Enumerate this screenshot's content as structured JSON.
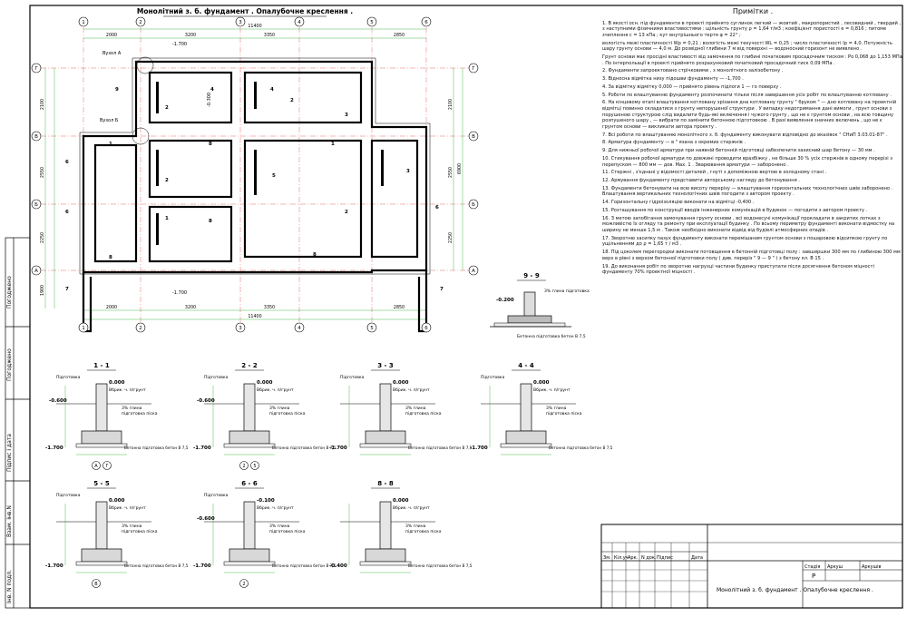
{
  "drawing_title": "Монолітний з. б. фундамент . Опалубочне креслення .",
  "axes": {
    "numbers": [
      "1",
      "2",
      "3",
      "4",
      "5",
      "6"
    ],
    "letters": [
      "Г",
      "В",
      "Б",
      "А"
    ]
  },
  "plan_dims": {
    "top_overall": "11400",
    "top_chain": [
      "2000",
      "3200",
      "3350",
      "2850"
    ],
    "bottom_overall": "11400",
    "bottom_chain": [
      "2000",
      "3200",
      "3350",
      "2850"
    ],
    "right_chain": [
      "2100",
      "2550",
      "2250"
    ],
    "right_overall": "6900",
    "left_chain": [
      "2100",
      "2550",
      "2250",
      "1900"
    ]
  },
  "plan_labels": {
    "opening_a": "Вузол А",
    "opening_b": "Вузол Б",
    "level_1700": "-1.700",
    "level_300": "-0.300",
    "section_marks": [
      "1",
      "2",
      "3",
      "4",
      "5",
      "6",
      "7",
      "8"
    ]
  },
  "section_99": {
    "title": "9 - 9",
    "level": "-0.200",
    "layer_label": "3% глина підготовка",
    "base_label": "Бетонна підготовка бетон В 7,5"
  },
  "sections": [
    {
      "title": "1 - 1",
      "level_top": "0.000",
      "level_ground": "-0.600",
      "level_bottom": "-1.700",
      "layer1": "Підготовка",
      "layer2": "Вбрик. ч. п/грунт",
      "layer3": "3% глина",
      "layer4": "підготовка піска",
      "base": "Бетонна підготовка бетон В 7,5",
      "axes": [
        "А",
        "Г"
      ]
    },
    {
      "title": "2 - 2",
      "level_top": "0.000",
      "level_ground": "-0.600",
      "level_bottom": "-1.700",
      "layer1": "Підготовка",
      "layer2": "Вбрик. ч. п/грунт",
      "layer3": "3% глина",
      "layer4": "підготовка піска",
      "base": "Бетонна підготовка бетон В 7,5",
      "axes": [
        "2",
        "5"
      ]
    },
    {
      "title": "3 - 3",
      "level_top": "0.000",
      "level_ground": "",
      "level_bottom": "-1.700",
      "layer1": "Підготовка",
      "layer2": "Вбрик. ч. п/грунт",
      "layer3": "3% глина",
      "layer4": "підготовка піска",
      "base": "Бетонна підготовка бетон В 7,5",
      "axes": []
    },
    {
      "title": "4 - 4",
      "level_top": "0.000",
      "level_ground": "",
      "level_bottom": "-1.700",
      "layer1": "Підготовка",
      "layer2": "Вбрик. ч. п/грунт",
      "layer3": "3% глина",
      "layer4": "підготовка піска",
      "base": "Бетонна підготовка бетон В 7,5",
      "axes": []
    },
    {
      "title": "5 - 5",
      "level_top": "0.000",
      "level_ground": "",
      "level_bottom": "-1.700",
      "layer1": "Підготовка",
      "layer2": "Вбрик. ч. п/грунт",
      "layer3": "3% глина",
      "layer4": "підготовка піска",
      "base": "Бетонна підготовка бетон В 7,5",
      "axes": [
        "В"
      ]
    },
    {
      "title": "6 - 6",
      "level_top": "-0.100",
      "level_ground": "-0.600",
      "level_bottom": "-1.700",
      "layer1": "Підготовка",
      "layer2": "Вбрик. ч. п/грунт",
      "layer3": "3% глина",
      "layer4": "підготовка піска",
      "base": "Бетонна підготовка бетон В 7,5",
      "axes": [
        "2"
      ]
    },
    {
      "title": "8 - 8",
      "level_top": "0.000",
      "level_ground": "",
      "level_bottom": "-0.400",
      "layer1": "",
      "layer2": "Вбрик. ч. п/грунт",
      "layer3": "3% глина",
      "layer4": "підготовка піска",
      "base": "Бетонна підготовка бетон В 7,5",
      "axes": []
    }
  ],
  "notes_title": "Примітки .",
  "notes": [
    "1. В якості осн. під фундаменти в проекті прийнято суглинок легкий — жовтий , макропористий , лесовидний , твердий , з наступними фізичними властивостями : щільність грунту ρ = 1,64 т/м3 ; коефіцієнт пористості е = 0,816 ; питоме зчеплення с = 13 кПа ; кут внутрішнього тертя φ = 22° ;",
    "вологість межі пластичності Wp = 0,21 ; вологість межі текучості WL = 0,25 ; число пластичності Ip = 4,0. Потужність шару грунту основи — 4,0 м. До розвідної глибини 7 м від поверхні — водоносний горизонт не виявлено .",
    "Грунт основи має просідні властивості від замочення по глибині початковим просадочним тиском : Pо 0,068 до 1,153 МПа . По інтерпольації в проекті прийнято розрахунковий початковий просадочний тиск 0,09 МПа .",
    "2. Фундаменти запроектовано стрічковими , з монолітного залізобетону .",
    "3. Відносна відмітка низу підошви фундаменту — -1,700 .",
    "4. За відмітку відмітку 0,000 — прийнято рівень підлоги 1 — го поверху .",
    "5. Роботи по влаштуванню фундаменту розпочинати тільки після завершення усіх робіт по влаштуванню котловану .",
    "6. На кінцевому етапі влаштування котловану зрізання дна котловану грунту \" бруком \" — дно котловану на проектній відмітці повинно складатися з грунту непорушеної структури . У випадку недотримання дані вимоги , грунт основи з порушеною структурою слід видалити будь-які включення і чужого грунту , що не є грунтом основи , на всю товщину розпушеного шару , — вибрати по замінити бетонною підготовкою . В разі виявлення значних включень , що не є грунтом основи — викликати автора проекту .",
    "7. Всі роботи по влаштуванню монолітного з. б. фундаменту виконувати відповідно до вказівок \" СНиП 3.03.01-87\" .",
    "8. Арматура фундаменту — в \" язана з окремих стержнів .",
    "9. Для нижньої робочої арматури при наявній бетонній підготовці забезпечити захисний шар бетону — 30 мм .",
    "10. Стикування робочої арматури по довжині проводити вразбіжку , не більше 30 % усіх стержнів в одному перерізі з перепуском — 800 мм — дов. Мах. 1 . Зварювання арматури — заборонено .",
    "11. Стержні , з'єднані у відомості деталей , гнуті з допоміжною вертою в холодному стані .",
    "12. Армування фундаменту представити авторському нагляду до бетонування .",
    "13. Фундаменти бетонувати на всю висоту перерізу — влаштування горизонтальних технологічних швів заборонено . Влаштування вертикальних технологічних швів погодити з автором проекту .",
    "14. Горизонтальну гідроізоляцію виконати на відмітці -0,400 .",
    "15. Розташування по конструкції вводів інженерних комунікацій в будинок — погодити з автором проекту .",
    "16. З метою запобігання замочування грунту основи , всі водонесучі комунікації прокладати в закритих лотках з можливістю їх огляду та ремонту при експлуатації будинку . По всьому периметру фундаменті виконати відмостку на ширину не менше 1,5 м . Також необхідно виконати відвід від будівлі атмосферних опадів .",
    "17. Зворотню засипку пазух фундаменту виконати перемішаним грунтом основи з пошаровою відсипкою грунту по ущільненням до ρ = 1,65 т / м3 .",
    "18. Під цоколем перегородки виконати потовщення в бетонній підготовці полу : завширшки 300 мм по глибиною 300 мм , верх в рівні з верхом бетонної підготовки полу ( див. переріз \" 9 — 9 \" ) з бетону кл. В 15 .",
    "19. До виконання робіт по зворотню нагрузці частини будинку приступати після досягнення бетоном міцності фундаменту 70% проектної міцності ."
  ],
  "title_block": {
    "headers": [
      "Зм.",
      "Кіл.уч",
      "Арк.",
      "N док.",
      "Підпис",
      "Дата"
    ],
    "stage_headers": [
      "Стадія",
      "Аркуш",
      "Аркушів"
    ],
    "stage": "Р",
    "description": "Монолітний з. б. фундамент . Опалубочне креслення ."
  },
  "left_strip": {
    "labels": [
      "Погоджено",
      "Погоджено",
      "Підпис і дата",
      "Взам. інв.N",
      "Інв. N подл."
    ]
  }
}
